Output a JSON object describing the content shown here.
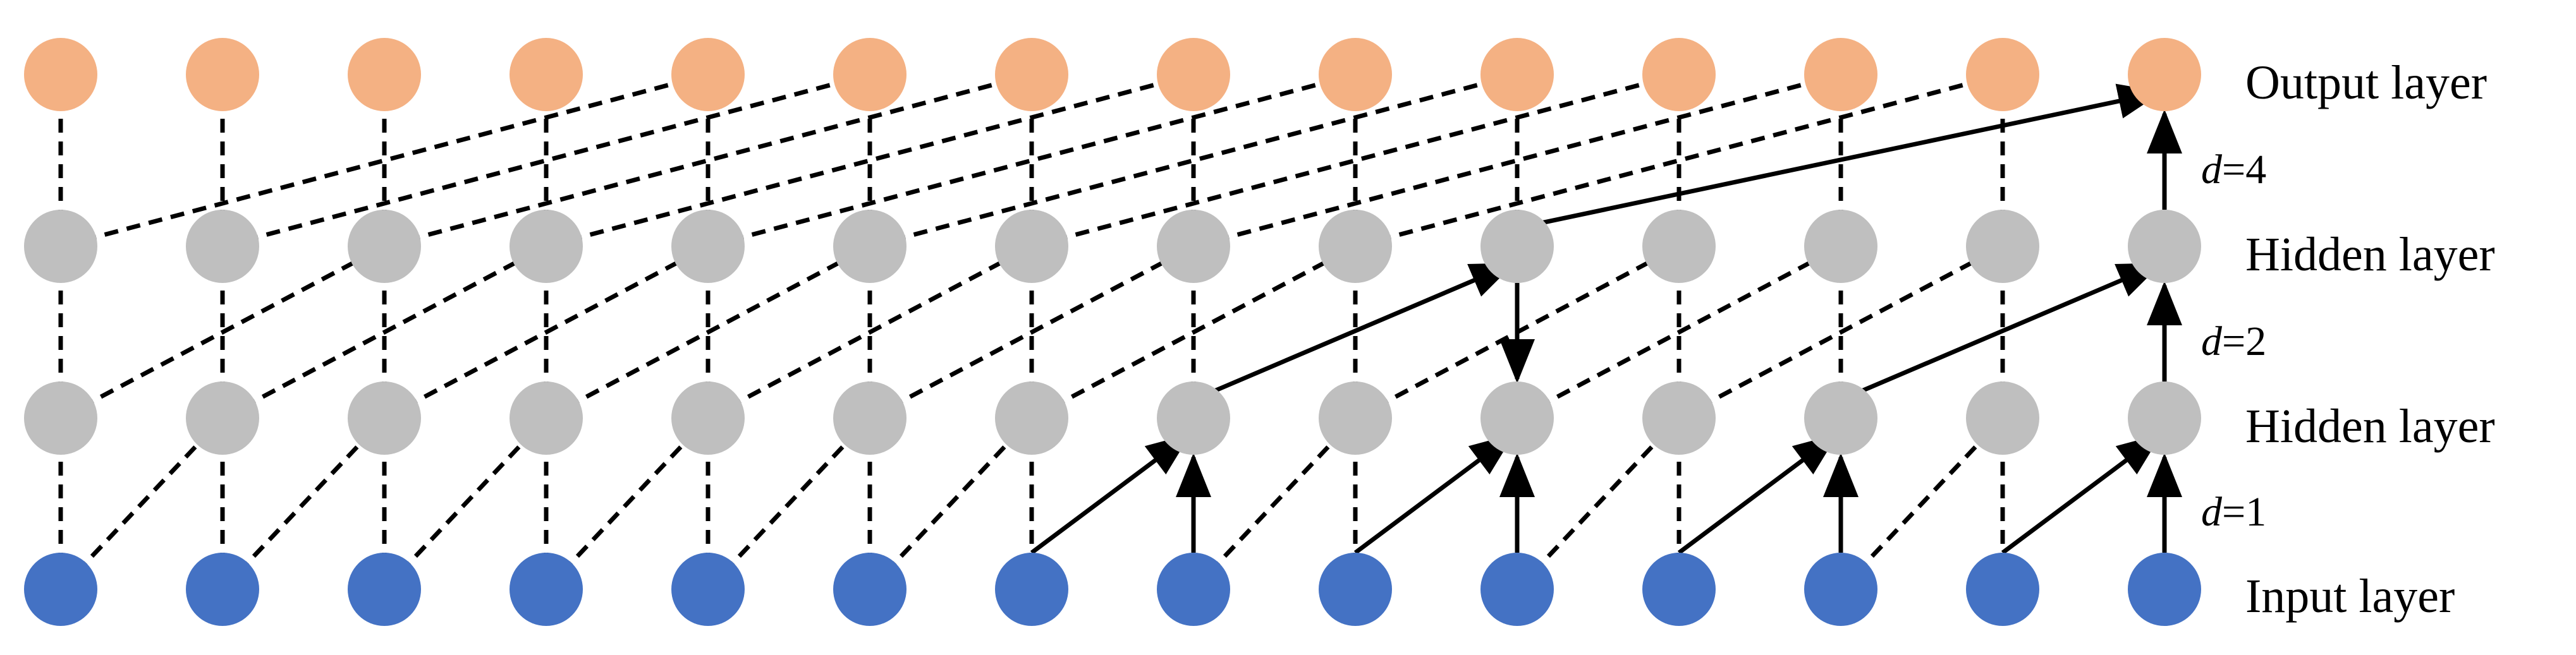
{
  "diagram": {
    "node_count": 14,
    "layers": [
      {
        "id": "output",
        "label": "Output layer",
        "color": "#F4B183"
      },
      {
        "id": "hidden2",
        "label": "Hidden layer",
        "color": "#BFBFBF"
      },
      {
        "id": "hidden1",
        "label": "Hidden layer",
        "color": "#BFBFBF"
      },
      {
        "id": "input",
        "label": "Input layer",
        "color": "#4472C4"
      }
    ],
    "dilations": [
      {
        "var": "d",
        "text": "=4"
      },
      {
        "var": "d",
        "text": "=2"
      },
      {
        "var": "d",
        "text": "=1"
      }
    ],
    "connections": [
      {
        "from_layer": "input",
        "to_layer": "hidden1",
        "dilation": 1
      },
      {
        "from_layer": "hidden1",
        "to_layer": "hidden2",
        "dilation": 2
      },
      {
        "from_layer": "hidden2",
        "to_layer": "output",
        "dilation": 4
      }
    ],
    "highlighted_path": {
      "input_to_hidden1": [
        [
          6,
          7
        ],
        [
          7,
          7
        ],
        [
          8,
          9
        ],
        [
          9,
          9
        ],
        [
          10,
          11
        ],
        [
          11,
          11
        ],
        [
          12,
          13
        ],
        [
          13,
          13
        ]
      ],
      "hidden1_to_hidden2": [
        [
          7,
          9
        ],
        [
          11,
          13
        ],
        [
          13,
          13
        ]
      ],
      "hidden2_to_hidden1_down": [
        [
          9,
          9
        ]
      ],
      "hidden2_to_output": [
        [
          9,
          13
        ],
        [
          13,
          13
        ]
      ]
    },
    "colors": {
      "line": "#000000",
      "output_node": "#F4B183",
      "hidden_node": "#BFBFBF",
      "input_node": "#4472C4"
    }
  }
}
